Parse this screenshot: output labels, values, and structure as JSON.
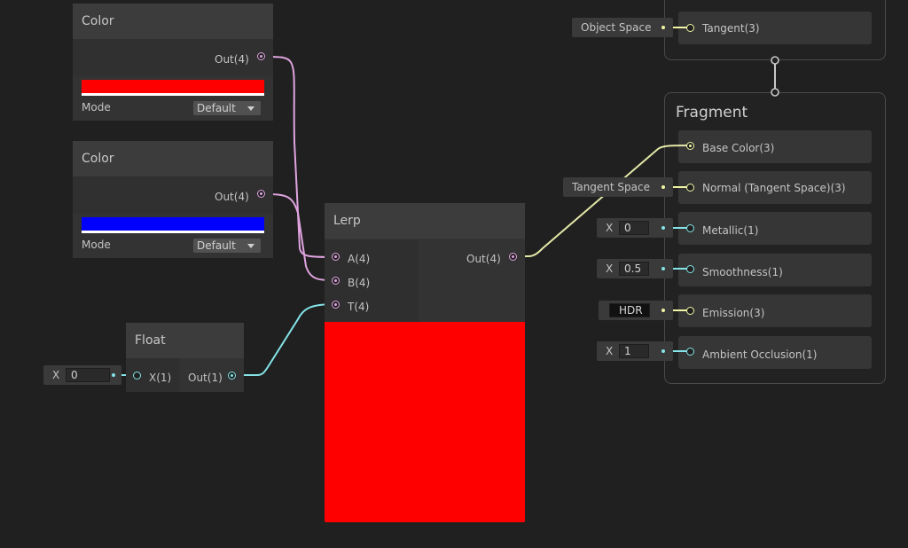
{
  "colors": {
    "background": "#202020",
    "node": "#333333",
    "node_title": "#3c3c3c",
    "wire_vector4": "#e0a4e0",
    "wire_float": "#84e4e7",
    "wire_vector3": "#f1f6a5"
  },
  "color_node_1": {
    "title": "Color",
    "output": "Out(4)",
    "swatch": "#ff0000",
    "mode_label": "Mode",
    "mode_value": "Default"
  },
  "color_node_2": {
    "title": "Color",
    "output": "Out(4)",
    "swatch": "#0000ff",
    "mode_label": "Mode",
    "mode_value": "Default"
  },
  "float_node": {
    "title": "Float",
    "input": "X(1)",
    "output": "Out(1)",
    "inline_axis": "X",
    "inline_value": "0"
  },
  "lerp_node": {
    "title": "Lerp",
    "inputs": [
      "A(4)",
      "B(4)",
      "T(4)"
    ],
    "output": "Out(4)",
    "preview_color": "#ff0000"
  },
  "vertex_context": {
    "tangent_label": "Tangent(3)",
    "tangent_default": "Object Space"
  },
  "fragment_context": {
    "title": "Fragment",
    "blocks": [
      {
        "label": "Base Color(3)"
      },
      {
        "label": "Normal (Tangent Space)(3)",
        "default": "Tangent Space"
      },
      {
        "label": "Metallic(1)",
        "axis": "X",
        "value": "0"
      },
      {
        "label": "Smoothness(1)",
        "axis": "X",
        "value": "0.5"
      },
      {
        "label": "Emission(3)",
        "default": "HDR"
      },
      {
        "label": "Ambient Occlusion(1)",
        "axis": "X",
        "value": "1"
      }
    ]
  }
}
